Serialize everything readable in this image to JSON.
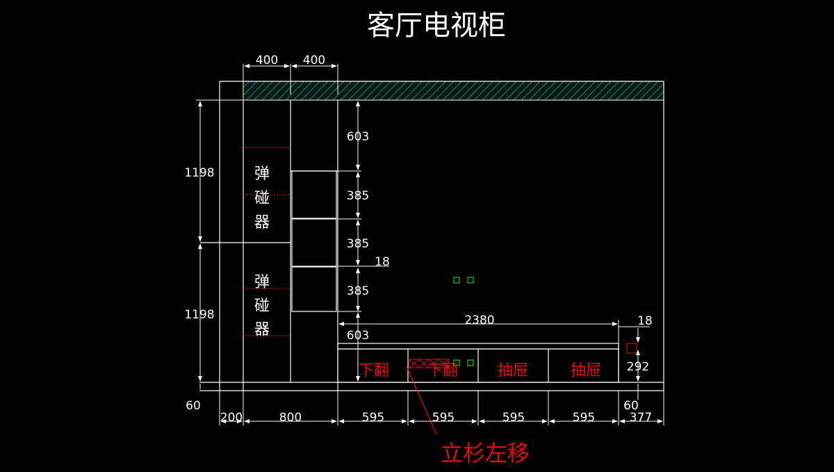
{
  "title": "客厅电视柜",
  "colors": {
    "background": "#000000",
    "lines": "#ffffff",
    "hatch": "#2a9a8e",
    "annotation": "#e01010",
    "marker": "#22cc22"
  },
  "dims": {
    "top_w1": "400",
    "top_w2": "400",
    "left_h_upper": "1198",
    "left_h_lower": "1198",
    "left_base": "60",
    "shelf_h1": "603",
    "shelf_h2": "385",
    "shelf_h3": "385",
    "shelf_h4": "385",
    "shelf_thick": "18",
    "shelf_h5": "603",
    "top_width": "2380",
    "right_thick": "18",
    "right_h": "292",
    "right_base": "60",
    "bottom_1": "200",
    "bottom_2": "800",
    "bottom_3": "595",
    "bottom_4": "595",
    "bottom_5": "595",
    "bottom_6": "595",
    "bottom_7": "377"
  },
  "labels": {
    "upper_device": [
      "弹",
      "碰",
      "器"
    ],
    "lower_device": [
      "弹",
      "碰",
      "器"
    ],
    "flip_1": "下翻",
    "flip_2": "下翻",
    "drawer_1": "抽屉",
    "drawer_2": "抽屉",
    "note": "立杉左移"
  }
}
